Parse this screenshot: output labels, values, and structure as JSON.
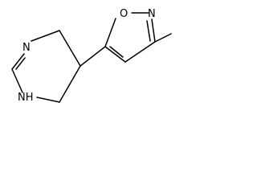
{
  "structure": {
    "atoms": {
      "oxygen": "O",
      "isoxazole_nitrogen": "N",
      "pyrimidine_nitrogen_top": "N",
      "pyrimidine_nitrogen_bottom": "NH"
    },
    "colors": {
      "bond": "#000000",
      "label": "#000000",
      "background": "#ffffff"
    }
  }
}
